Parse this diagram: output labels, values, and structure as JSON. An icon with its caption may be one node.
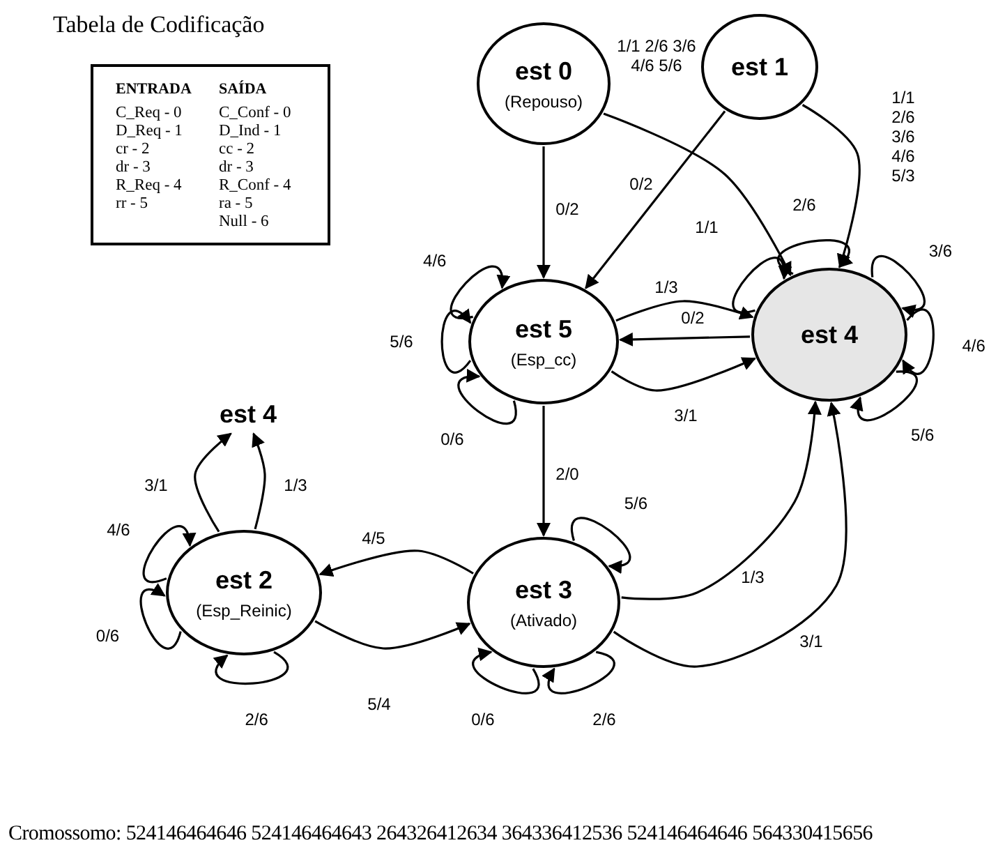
{
  "diagram": {
    "title": "Tabela de Codificação",
    "caption": "Cromossomo: 524146464646 524146464643 264326412634 364336412536 524146464646 564330415656",
    "nodes": [
      {
        "text": [
          "ENTRADA",
          "SAÍDA",
          "C_Req - 0",
          "C_Conf - 0",
          "D_Req - 1",
          "D_Ind - 1",
          "cr - 2",
          "cc - 2",
          "dr - 3",
          "dr - 3",
          "R_Req - 4",
          "R_Conf - 4",
          "rr - 5",
          "ra - 5",
          "Null - 6"
        ]
      },
      {
        "text": [
          "est 0",
          "(Repouso)"
        ]
      },
      {
        "text": [
          "est 1"
        ]
      },
      {
        "text": [
          "est 5",
          "(Esp_cc)"
        ]
      },
      {
        "text": [
          "est 4"
        ]
      },
      {
        "text": [
          "est 4"
        ]
      },
      {
        "text": [
          "est 2",
          "(Esp_Reinic)"
        ]
      },
      {
        "text": [
          "est 3",
          "(Ativado)"
        ]
      }
    ],
    "edges": [
      {
        "from": 1,
        "to": 3,
        "arrow": "to",
        "label": "0/2"
      },
      {
        "from": 1,
        "to": 4,
        "arrow": "to",
        "label": "1/1 2/6 3/6 4/6 5/6"
      },
      {
        "from": 2,
        "to": 3,
        "arrow": "to",
        "label": "0/2"
      },
      {
        "from": 2,
        "to": 4,
        "arrow": "to",
        "label": "1/1 2/6 3/6 4/6 5/3"
      },
      {
        "from": 3,
        "to": 4,
        "arrow": "to",
        "label": "1/3"
      },
      {
        "from": 4,
        "to": 3,
        "arrow": "to",
        "label": "0/2"
      },
      {
        "from": 3,
        "to": 4,
        "arrow": "to",
        "label": "3/1"
      },
      {
        "from": 3,
        "to": 7,
        "arrow": "to",
        "label": "2/0"
      },
      {
        "from": 7,
        "to": 6,
        "arrow": "to",
        "label": "4/5"
      },
      {
        "from": 6,
        "to": 7,
        "arrow": "to",
        "label": "5/4"
      },
      {
        "from": 7,
        "to": 4,
        "arrow": "to",
        "label": "1/3"
      },
      {
        "from": 7,
        "to": 4,
        "arrow": "to",
        "label": "3/1"
      },
      {
        "from": 6,
        "to": 5,
        "arrow": "to",
        "label": "3/1"
      },
      {
        "from": 6,
        "to": 5,
        "arrow": "to",
        "label": "1/3"
      },
      {
        "from": 3,
        "to": 3,
        "arrow": "to",
        "label": "4/6"
      },
      {
        "from": 3,
        "to": 3,
        "arrow": "to",
        "label": "5/6"
      },
      {
        "from": 3,
        "to": 3,
        "arrow": "to",
        "label": "0/6"
      },
      {
        "from": 4,
        "to": 4,
        "arrow": "to",
        "label": "1/1"
      },
      {
        "from": 4,
        "to": 4,
        "arrow": "to",
        "label": "2/6"
      },
      {
        "from": 4,
        "to": 4,
        "arrow": "to",
        "label": "3/6"
      },
      {
        "from": 4,
        "to": 4,
        "arrow": "to",
        "label": "4/6"
      },
      {
        "from": 4,
        "to": 4,
        "arrow": "to",
        "label": "5/6"
      },
      {
        "from": 7,
        "to": 7,
        "arrow": "to",
        "label": "5/6"
      },
      {
        "from": 7,
        "to": 7,
        "arrow": "to",
        "label": "0/6"
      },
      {
        "from": 7,
        "to": 7,
        "arrow": "to",
        "label": "2/6"
      },
      {
        "from": 6,
        "to": 6,
        "arrow": "to",
        "label": "4/6"
      },
      {
        "from": 6,
        "to": 6,
        "arrow": "to",
        "label": "0/6"
      },
      {
        "from": 6,
        "to": 6,
        "arrow": "to",
        "label": "2/6"
      }
    ]
  }
}
